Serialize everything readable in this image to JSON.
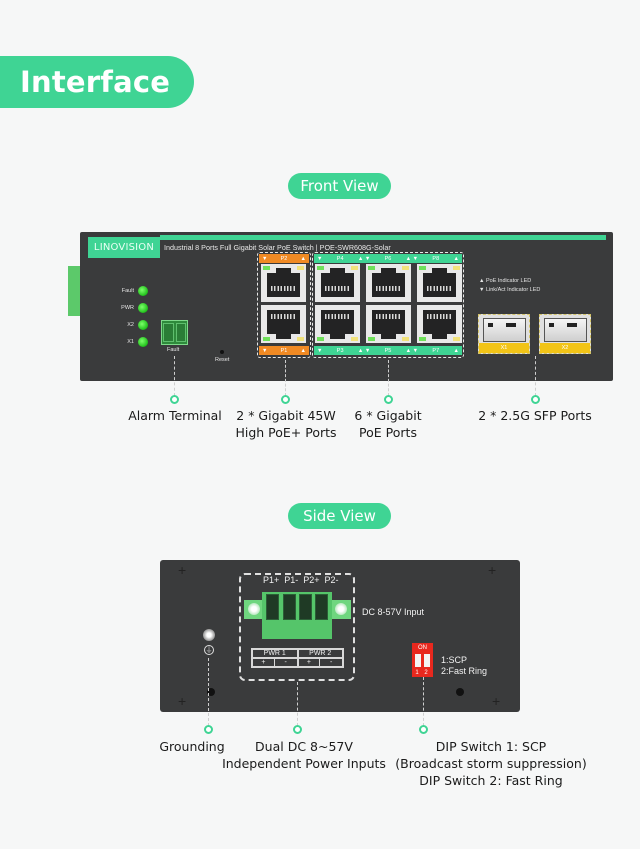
{
  "header": {
    "title": "Interface"
  },
  "front_view": {
    "section_label": "Front View",
    "brand": "LINOVISION",
    "model_title": "Industrial 8 Ports Full Gigabit Solar PoE Switch | POE-SWR608G-Solar",
    "status_leds": [
      "Fault",
      "PWR",
      "X2",
      "X1"
    ],
    "alarm_terminal_label": "Fault",
    "reset_label": "Reset",
    "port_bars_top": [
      {
        "label": "P2",
        "color": "#f08a24"
      },
      {
        "label": "P4",
        "color": "#3fd494"
      },
      {
        "label": "P6",
        "color": "#3fd494"
      },
      {
        "label": "P8",
        "color": "#3fd494"
      }
    ],
    "port_bars_bottom": [
      {
        "label": "P1",
        "color": "#f08a24"
      },
      {
        "label": "P3",
        "color": "#3fd494"
      },
      {
        "label": "P5",
        "color": "#3fd494"
      },
      {
        "label": "P7",
        "color": "#3fd494"
      }
    ],
    "led_legend": [
      "▲ PoE Indicator LED",
      "▼ Link/Act Indicator LED"
    ],
    "sfp_ports": [
      "X1",
      "X2"
    ],
    "callouts": [
      {
        "lines": [
          "Alarm Terminal"
        ]
      },
      {
        "lines": [
          "2 * Gigabit 45W",
          "High PoE+ Ports"
        ]
      },
      {
        "lines": [
          "6 * Gigabit",
          "PoE Ports"
        ]
      },
      {
        "lines": [
          "2 * 2.5G SFP Ports"
        ]
      }
    ]
  },
  "side_view": {
    "section_label": "Side View",
    "pin_labels": [
      "P1+",
      "P1-",
      "P2+",
      "P2-"
    ],
    "input_label": "DC 8-57V Input",
    "pwr_table": {
      "groups": [
        "PWR 1",
        "PWR 2"
      ],
      "polarity": [
        "+",
        "-",
        "+",
        "-"
      ]
    },
    "dip": {
      "on_label": "ON",
      "numbers": "1 2",
      "legend": [
        "1:SCP",
        "2:Fast Ring"
      ]
    },
    "ground_symbol": "⏚",
    "callouts": [
      {
        "lines": [
          "Grounding"
        ]
      },
      {
        "lines": [
          "Dual DC 8~57V",
          "Independent Power Inputs"
        ]
      },
      {
        "lines": [
          "DIP Switch 1: SCP",
          "(Broadcast storm suppression)",
          "DIP Switch 2: Fast Ring"
        ]
      }
    ]
  },
  "colors": {
    "accent": "#3fd494",
    "poe_plus": "#f08a24",
    "sfp": "#f2c417",
    "dip": "#e8281e",
    "chassis": "#3a3b3c"
  }
}
